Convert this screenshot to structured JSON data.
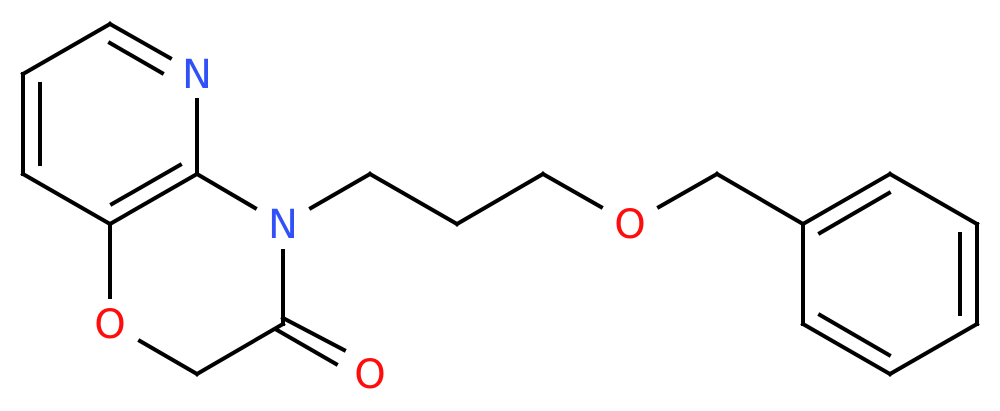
{
  "diagram": {
    "type": "chemical-structure",
    "atoms": {
      "pyridine_n": "N",
      "amide_n": "N",
      "ring_o": "O",
      "carbonyl_o": "O",
      "ether_o": "O"
    },
    "colors": {
      "bond": "#000000",
      "nitrogen": "#3050F8",
      "oxygen": "#FF0D0D"
    }
  }
}
